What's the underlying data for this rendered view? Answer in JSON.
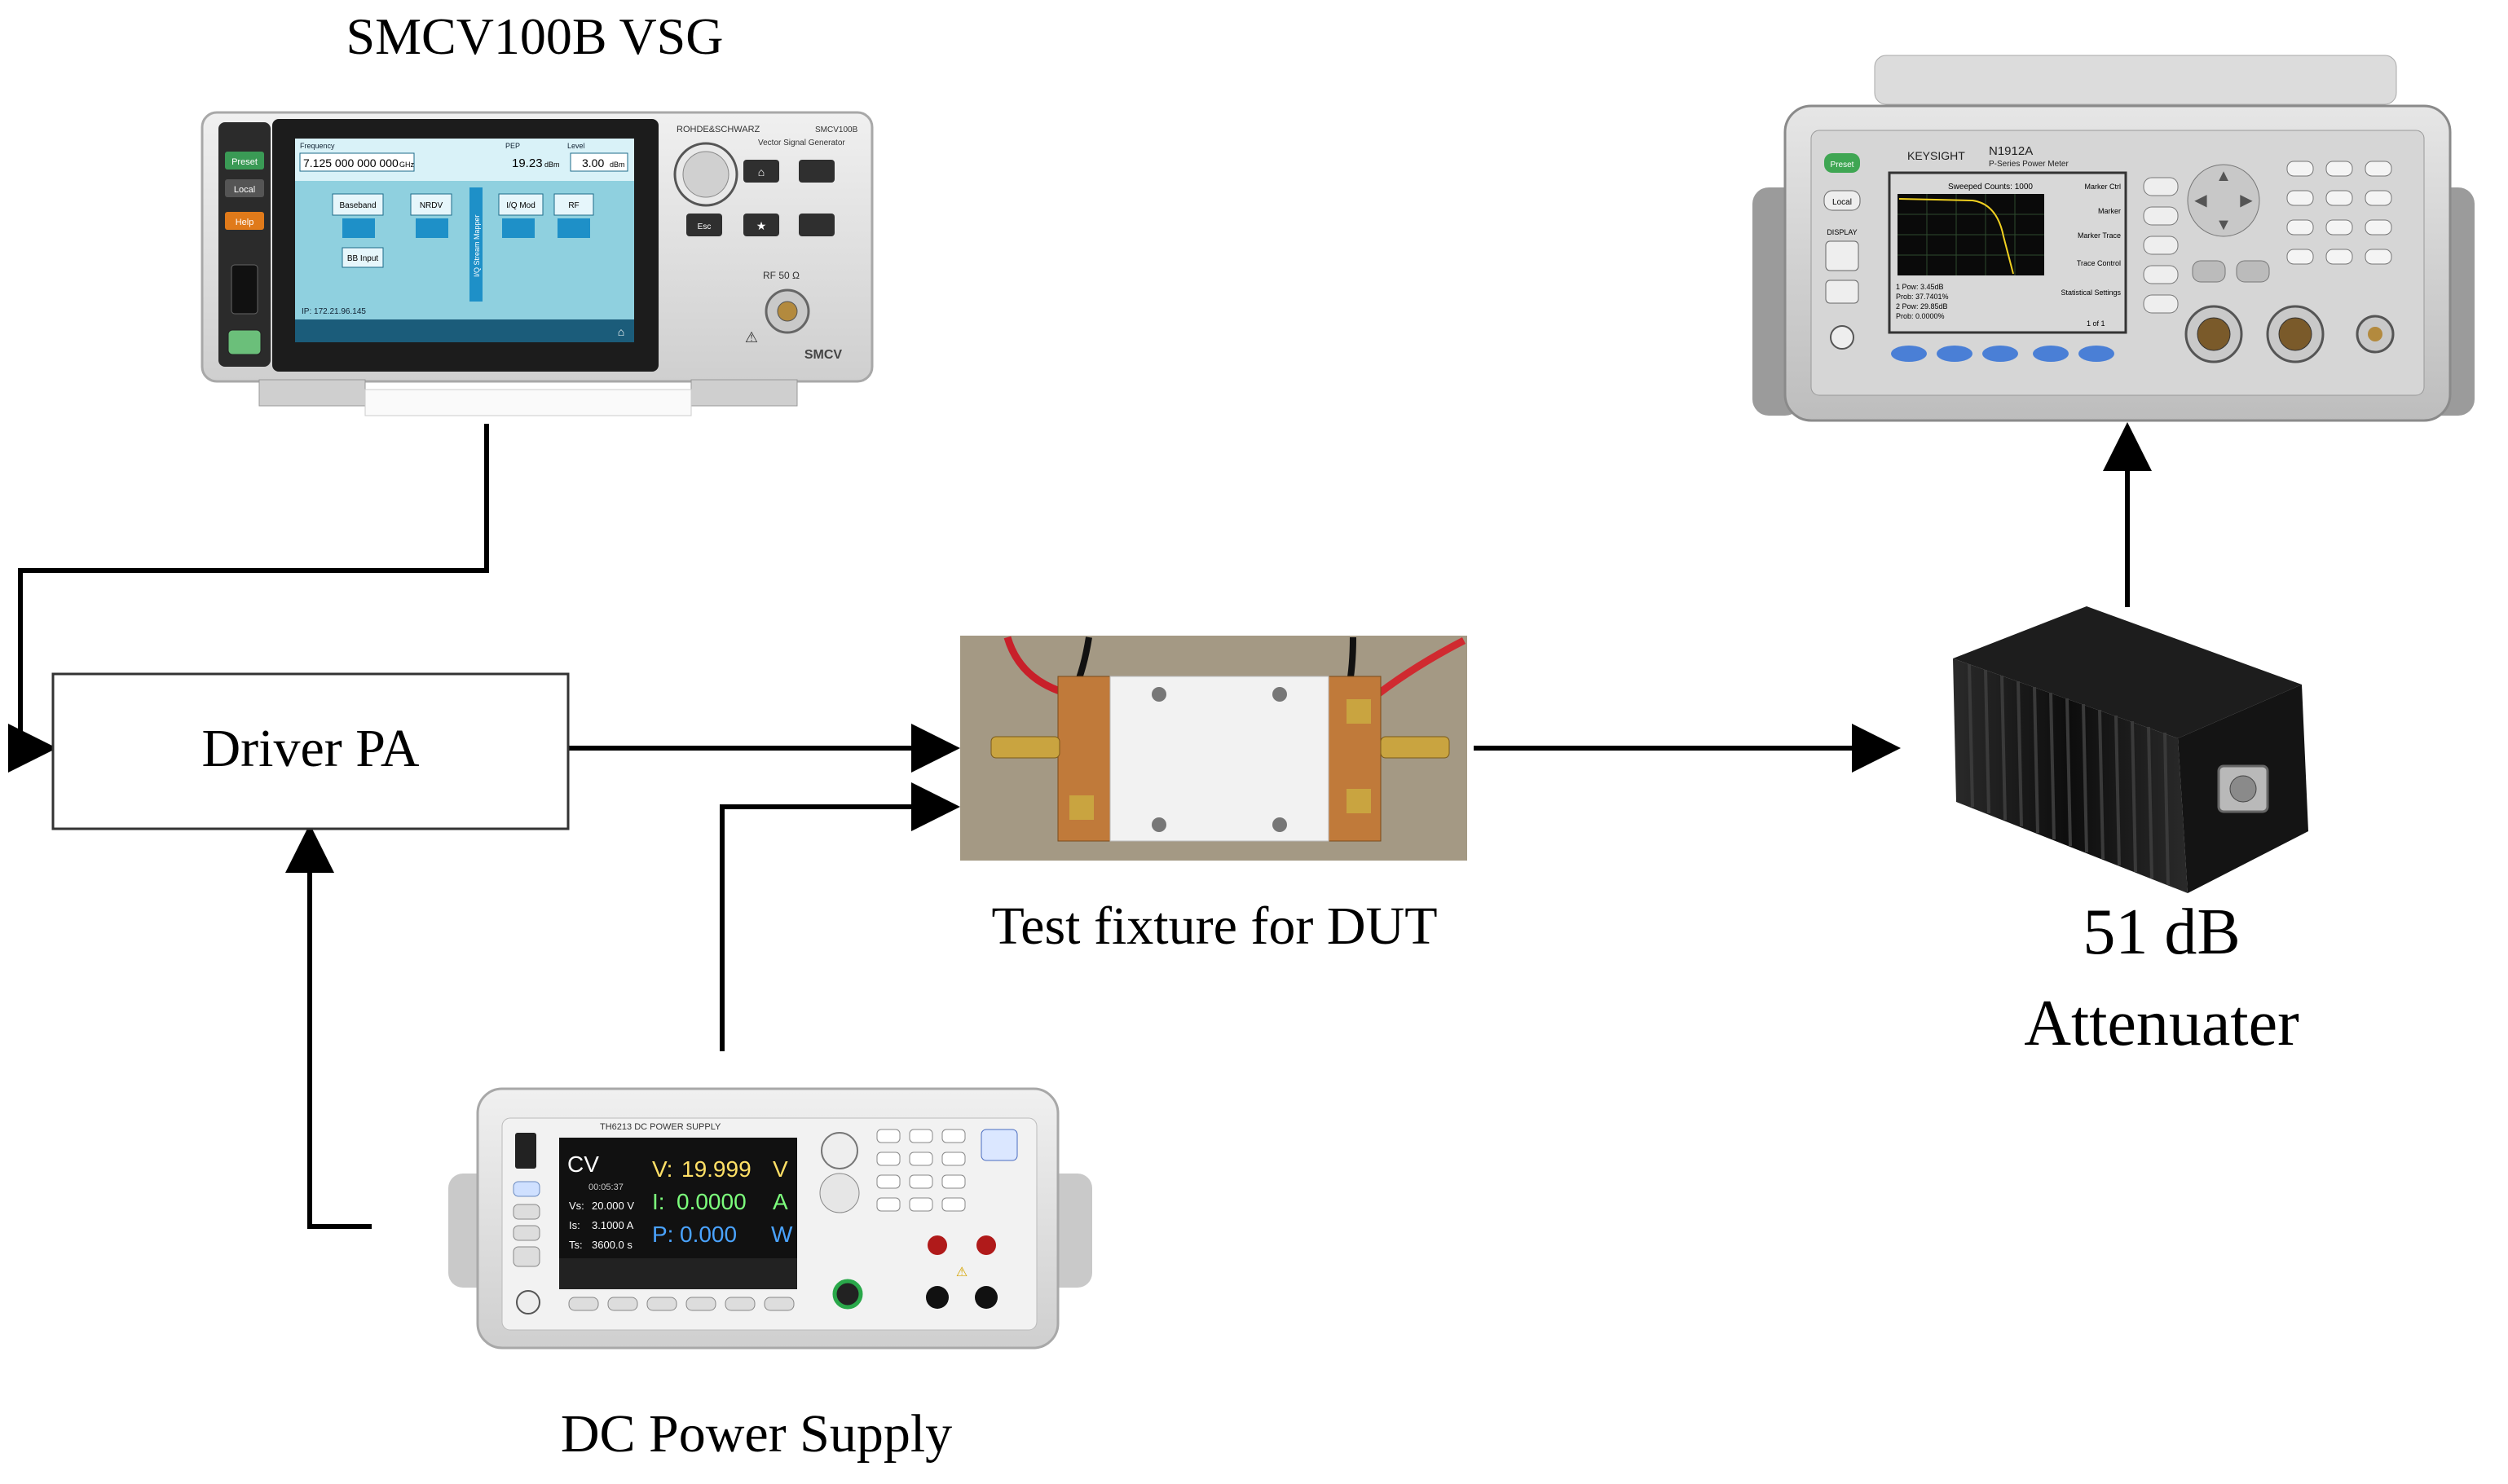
{
  "labels": {
    "vsg_title": "SMCV100B VSG",
    "driver_pa": "Driver PA",
    "test_fixture": "Test fixture for DUT",
    "dc_supply": "DC Power Supply",
    "attenuator_line1": "51 dB",
    "attenuator_line2": "Attenuater"
  },
  "vsg_screen": {
    "brand": "ROHDE&SCHWARZ",
    "model": "SMCV100B",
    "subtitle": "Vector Signal Generator",
    "freq_label": "Frequency",
    "freq_value": "7.125 000 000 000",
    "freq_unit": "GHz",
    "pep_label": "PEP",
    "pep_value": "19.23",
    "pep_unit": "dBm",
    "level_label": "Level",
    "level_value": "3.00",
    "level_unit": "dBm",
    "block_baseband": "Baseband",
    "block_nrd": "NRDV",
    "block_iq": "I/Q Mod",
    "block_rf": "RF",
    "block_bb_input": "BB Input",
    "block_stream": "I/Q Stream Mapper",
    "ip_text": "IP: 172.21.96.145",
    "front_label": "SMCV",
    "rf_label": "RF 50 Ω",
    "btn_preset": "Preset",
    "btn_local": "Local",
    "btn_help": "Help",
    "btn_esc": "Esc"
  },
  "power_meter": {
    "brand": "KEYSIGHT",
    "model": "N1912A",
    "subtitle": "P-Series Power Meter",
    "sweep_text": "Sweeped Counts: 1000",
    "readout_1": "1 Pow: 3.45dB",
    "readout_2": "Prob: 37.7401%",
    "readout_3": "2 Pow: 29.85dB",
    "readout_4": "Prob: 0.0000%",
    "menu_1": "Marker Ctrl",
    "menu_2": "Marker",
    "menu_3": "Marker Trace",
    "menu_4": "Trace Control",
    "menu_5": "Statistical Settings",
    "btn_preset": "Preset",
    "btn_local": "Local",
    "btn_display": "DISPLAY",
    "page": "1 of 1"
  },
  "dc_supply_screen": {
    "model": "TH6213 DC POWER SUPPLY",
    "mode": "CV",
    "voltage_label": "V:",
    "voltage_value": "19.999",
    "voltage_unit": "V",
    "current_label": "I:",
    "current_value": "0.0000",
    "current_unit": "A",
    "power_label": "P:",
    "power_value": "0.000",
    "power_unit": "W",
    "vs_label": "Vs:",
    "vs_value": "20.000 V",
    "is_label": "Is:",
    "is_value": "3.1000 A",
    "ts_label": "Ts:",
    "ts_value": "3600.0 s",
    "timer": "00:05:37"
  },
  "colors": {
    "line": "#000000",
    "box_border": "#333333",
    "vsg_screen_bg": "#8fd0df",
    "vsg_block": "#1e90c8",
    "pm_screen_bg": "#d8d8d8",
    "dc_screen_bg": "#111111",
    "dc_voltage": "#ffe066",
    "dc_current": "#7cff7c",
    "dc_power": "#4aa3ff",
    "attenuator_body": "#1a1a1a",
    "fixture_base": "#9a8f7a"
  }
}
